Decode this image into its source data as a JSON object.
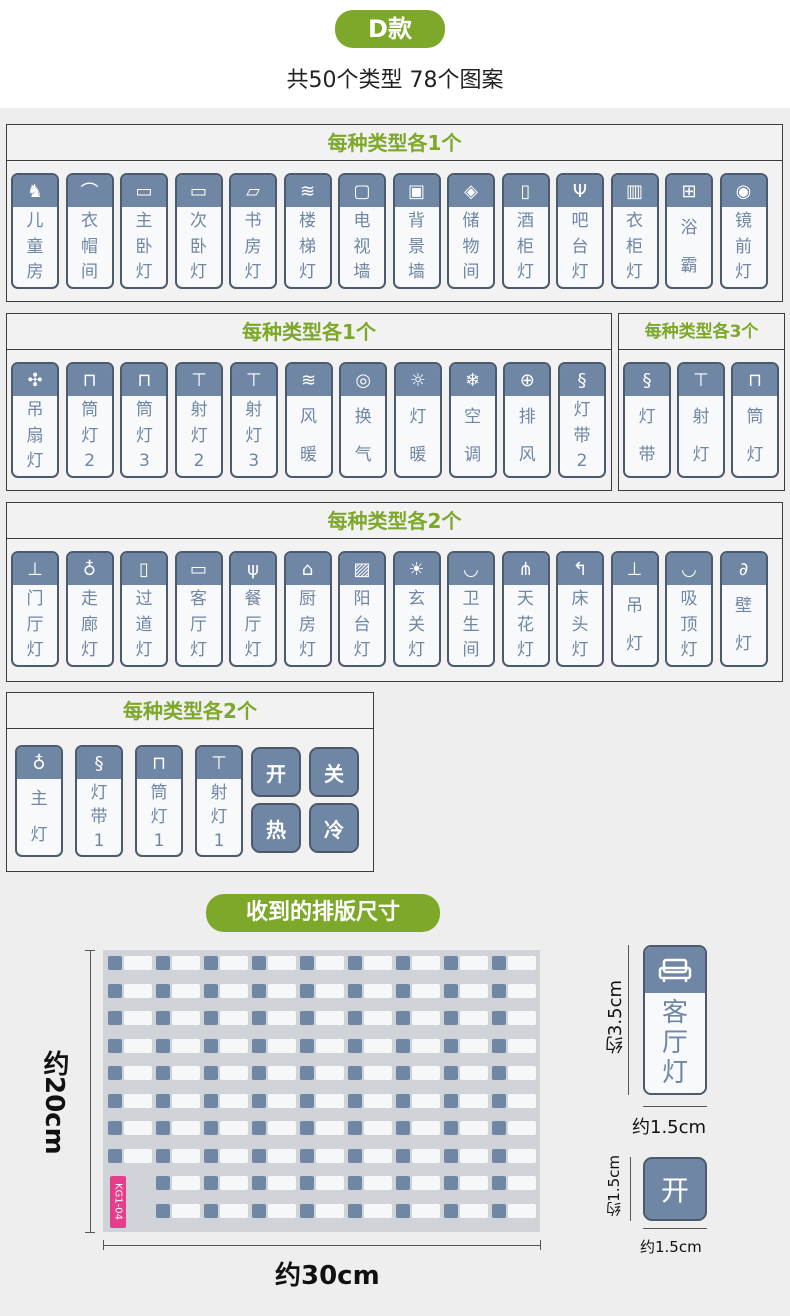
{
  "header": {
    "title": "D款",
    "subtitle": "共50个类型 78个图案"
  },
  "colors": {
    "accent": "#7da82a",
    "tag_blue": "#6f86a4",
    "tag_border": "#4c5a6d"
  },
  "panel1": {
    "title": "每种类型各1个",
    "tags": [
      {
        "icon": "rocking-horse-icon",
        "lines": [
          "儿",
          "童",
          "房"
        ]
      },
      {
        "icon": "hanger-icon",
        "lines": [
          "衣",
          "帽",
          "间"
        ]
      },
      {
        "icon": "bed-icon",
        "lines": [
          "主",
          "卧",
          "灯"
        ]
      },
      {
        "icon": "bed-icon",
        "lines": [
          "次",
          "卧",
          "灯"
        ]
      },
      {
        "icon": "book-icon",
        "lines": [
          "书",
          "房",
          "灯"
        ]
      },
      {
        "icon": "stairs-icon",
        "lines": [
          "楼",
          "梯",
          "灯"
        ]
      },
      {
        "icon": "tv-icon",
        "lines": [
          "电",
          "视",
          "墙"
        ]
      },
      {
        "icon": "frame-icon",
        "lines": [
          "背",
          "景",
          "墙"
        ]
      },
      {
        "icon": "box-icon",
        "lines": [
          "储",
          "物",
          "间"
        ]
      },
      {
        "icon": "bottle-icon",
        "lines": [
          "酒",
          "柜",
          "灯"
        ]
      },
      {
        "icon": "wineglass-icon",
        "lines": [
          "吧",
          "台",
          "灯"
        ]
      },
      {
        "icon": "wardrobe-icon",
        "lines": [
          "衣",
          "柜",
          "灯"
        ]
      },
      {
        "icon": "heater-icon",
        "lines": [
          "浴",
          "霸"
        ]
      },
      {
        "icon": "mirror-icon",
        "lines": [
          "镜",
          "前",
          "灯"
        ]
      }
    ]
  },
  "panel2": {
    "title": "每种类型各1个",
    "tags": [
      {
        "icon": "fan-icon",
        "lines": [
          "吊",
          "扇",
          "灯"
        ]
      },
      {
        "icon": "downlight-icon",
        "lines": [
          "筒",
          "灯",
          "2"
        ]
      },
      {
        "icon": "downlight-icon",
        "lines": [
          "筒",
          "灯",
          "3"
        ]
      },
      {
        "icon": "spotlight-icon",
        "lines": [
          "射",
          "灯",
          "2"
        ]
      },
      {
        "icon": "spotlight-icon",
        "lines": [
          "射",
          "灯",
          "3"
        ]
      },
      {
        "icon": "wind-icon",
        "lines": [
          "风",
          "暖"
        ]
      },
      {
        "icon": "vent-icon",
        "lines": [
          "换",
          "气"
        ]
      },
      {
        "icon": "sun-icon",
        "lines": [
          "灯",
          "暖"
        ]
      },
      {
        "icon": "snowflake-icon",
        "lines": [
          "空",
          "调"
        ]
      },
      {
        "icon": "exhaust-icon",
        "lines": [
          "排",
          "风"
        ]
      },
      {
        "icon": "strip-icon",
        "lines": [
          "灯",
          "带",
          "2"
        ]
      }
    ]
  },
  "panel3": {
    "title": "每种类型各3个",
    "tags": [
      {
        "icon": "strip-icon",
        "lines": [
          "灯",
          "带"
        ]
      },
      {
        "icon": "spotlight-icon",
        "lines": [
          "射",
          "灯"
        ]
      },
      {
        "icon": "downlight-icon",
        "lines": [
          "筒",
          "灯"
        ]
      }
    ]
  },
  "panel4": {
    "title": "每种类型各2个",
    "tags": [
      {
        "icon": "pendant-icon",
        "lines": [
          "门",
          "厅",
          "灯"
        ]
      },
      {
        "icon": "bulb-icon",
        "lines": [
          "走",
          "廊",
          "灯"
        ]
      },
      {
        "icon": "door-icon",
        "lines": [
          "过",
          "道",
          "灯"
        ]
      },
      {
        "icon": "sofa-icon",
        "lines": [
          "客",
          "厅",
          "灯"
        ]
      },
      {
        "icon": "utensils-icon",
        "lines": [
          "餐",
          "厅",
          "灯"
        ]
      },
      {
        "icon": "hood-icon",
        "lines": [
          "厨",
          "房",
          "灯"
        ]
      },
      {
        "icon": "window-icon",
        "lines": [
          "阳",
          "台",
          "灯"
        ]
      },
      {
        "icon": "ceiling-light-icon",
        "lines": [
          "玄",
          "关",
          "灯"
        ]
      },
      {
        "icon": "toilet-icon",
        "lines": [
          "卫",
          "生",
          "间"
        ]
      },
      {
        "icon": "chandelier-icon",
        "lines": [
          "天",
          "花",
          "灯"
        ]
      },
      {
        "icon": "floor-lamp-icon",
        "lines": [
          "床",
          "头",
          "灯"
        ]
      },
      {
        "icon": "pendant-icon",
        "lines": [
          "吊",
          "灯"
        ]
      },
      {
        "icon": "flush-light-icon",
        "lines": [
          "吸",
          "顶",
          "灯"
        ]
      },
      {
        "icon": "wall-lamp-icon",
        "lines": [
          "壁",
          "灯"
        ]
      }
    ]
  },
  "panel5": {
    "title": "每种类型各2个",
    "tags": [
      {
        "icon": "bulb-icon",
        "lines": [
          "主",
          "灯"
        ]
      },
      {
        "icon": "strip-icon",
        "lines": [
          "灯",
          "带",
          "1"
        ]
      },
      {
        "icon": "downlight-icon",
        "lines": [
          "筒",
          "灯",
          "1"
        ]
      },
      {
        "icon": "spotlight-icon",
        "lines": [
          "射",
          "灯",
          "1"
        ]
      }
    ],
    "squares": [
      "开",
      "关",
      "热",
      "冷"
    ]
  },
  "size_section": {
    "title": "收到的排版尺寸",
    "sheet_code": "KG1-04",
    "height_label": "约20cm",
    "width_label": "约30cm",
    "sample_tag": {
      "lines": [
        "客",
        "厅",
        "灯"
      ],
      "icon": "sofa-icon",
      "height_label": "约3.5cm",
      "width_label": "约1.5cm"
    },
    "sample_square": {
      "text": "开",
      "height_label": "约1.5cm",
      "width_label": "约1.5cm"
    }
  }
}
